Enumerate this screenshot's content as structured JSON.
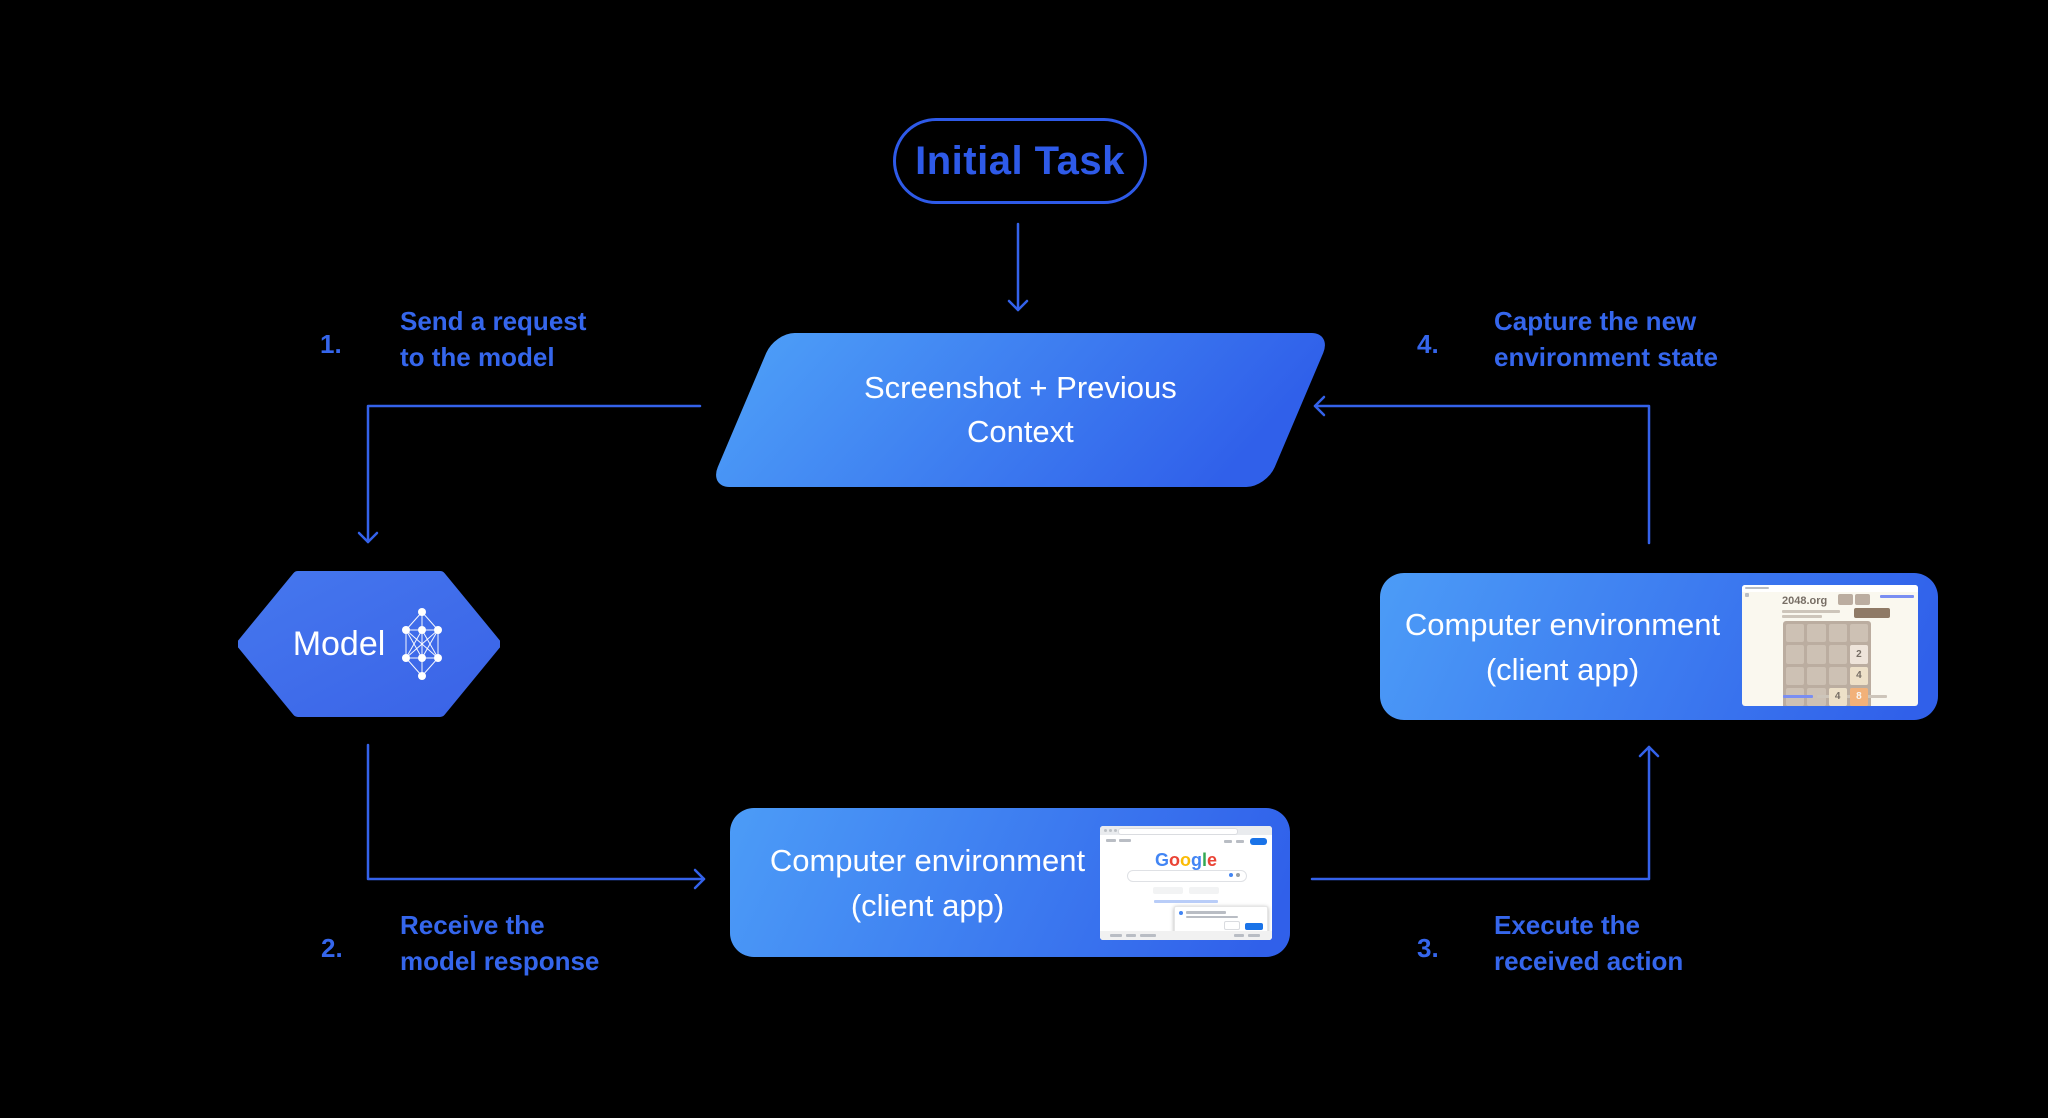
{
  "colors": {
    "background": "#000000",
    "accent_line": "#3462EA",
    "label_text": "#3566EC",
    "pill_blue": "#2E5AE8",
    "shape_gradient_light": "#4C9CF7",
    "shape_gradient_dark": "#3060EA",
    "node_text": "#FFFFFF"
  },
  "nodes": {
    "initial_task": {
      "label": "Initial Task"
    },
    "screenshot_context": {
      "line1": "Screenshot + Previous",
      "line2": "Context"
    },
    "model": {
      "label": "Model"
    },
    "env_bottom": {
      "line1": "Computer environment",
      "line2": "(client app)"
    },
    "env_right": {
      "line1": "Computer environment",
      "line2": "(client app)"
    }
  },
  "steps": [
    {
      "num": "1.",
      "line1": "Send a request",
      "line2": "to the model"
    },
    {
      "num": "2.",
      "line1": "Receive the",
      "line2": "model response"
    },
    {
      "num": "3.",
      "line1": "Execute the",
      "line2": "received action"
    },
    {
      "num": "4.",
      "line1": "Capture the new",
      "line2": "environment state"
    }
  ],
  "google_screenshot": {
    "logo_letters": [
      {
        "ch": "G",
        "color": "#4285F4"
      },
      {
        "ch": "o",
        "color": "#EA4335"
      },
      {
        "ch": "o",
        "color": "#FBBC05"
      },
      {
        "ch": "g",
        "color": "#4285F4"
      },
      {
        "ch": "l",
        "color": "#34A853"
      },
      {
        "ch": "e",
        "color": "#EA4335"
      }
    ]
  },
  "game_screenshot": {
    "title": "2048.org",
    "tiles": [
      {
        "value": "2",
        "row": 2,
        "col": 4,
        "bg": "#EEE4DA",
        "fg": "#776E65"
      },
      {
        "value": "4",
        "row": 3,
        "col": 4,
        "bg": "#EDE0C8",
        "fg": "#776E65"
      },
      {
        "value": "4",
        "row": 4,
        "col": 3,
        "bg": "#EDE0C8",
        "fg": "#776E65"
      },
      {
        "value": "8",
        "row": 4,
        "col": 4,
        "bg": "#F2B179",
        "fg": "#F9F6F2"
      }
    ]
  }
}
